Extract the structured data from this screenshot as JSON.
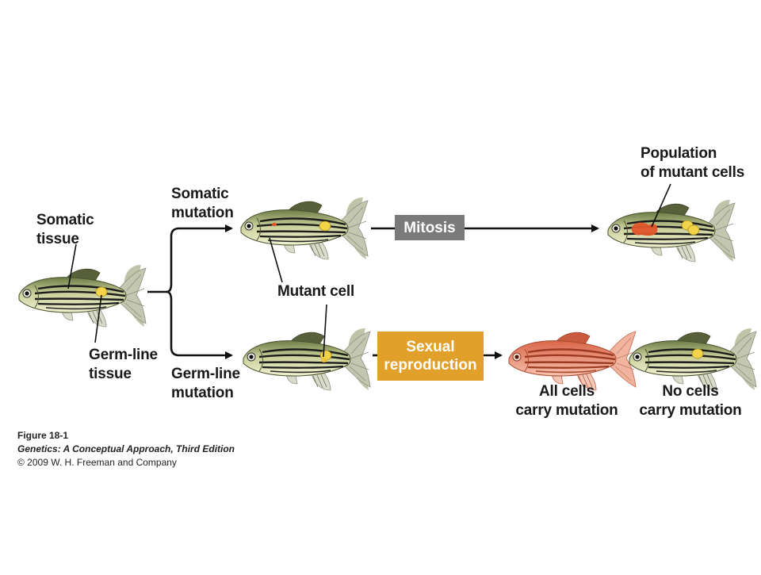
{
  "diagram": {
    "labels": {
      "somatic_tissue": "Somatic\ntissue",
      "germline_tissue": "Germ-line\ntissue",
      "somatic_mutation": "Somatic\nmutation",
      "germline_mutation": "Germ-line\nmutation",
      "mutant_cell": "Mutant cell",
      "population": "Population\nof mutant cells",
      "all_cells": "All cells\ncarry mutation",
      "no_cells": "No cells\ncarry mutation"
    },
    "process_boxes": {
      "mitosis": {
        "line1": "Mitosis",
        "line2": ""
      },
      "sexual": {
        "line1": "Sexual",
        "line2": "reproduction"
      }
    }
  },
  "caption": {
    "figure": "Figure 18-1",
    "book": "Genetics: A Conceptual Approach, Third Edition",
    "copyright": "© 2009 W. H. Freeman and Company"
  },
  "colors": {
    "mitosis_box": "#7a7a7a",
    "sexual_box": "#e0a02a",
    "mutant_tissue": "#e0552a",
    "germ_tissue": "#f2d34a",
    "arrow": "#111111"
  }
}
